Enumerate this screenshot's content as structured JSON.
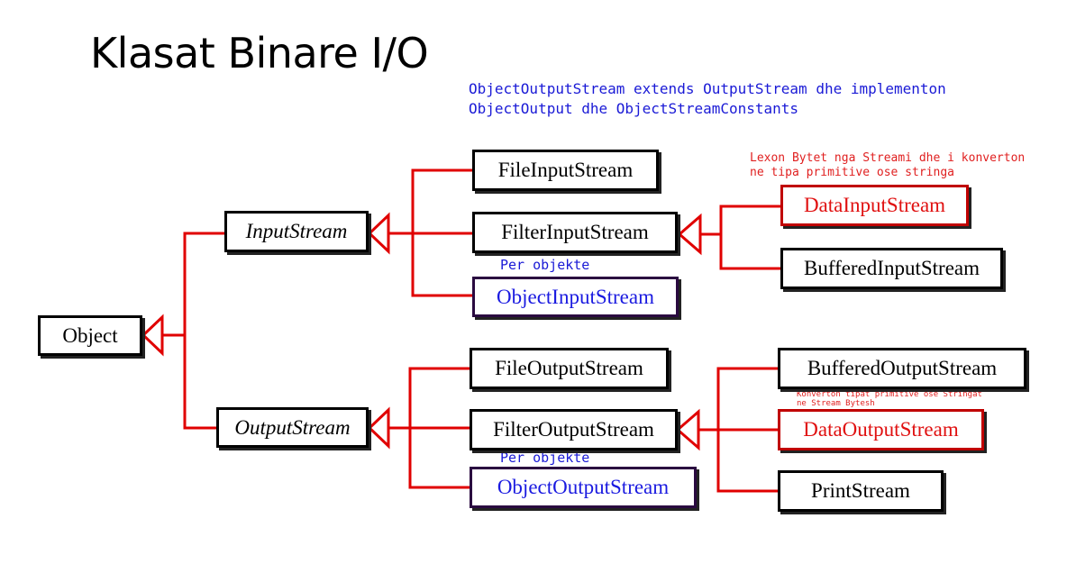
{
  "title": "Klasat Binare I/O",
  "notes": {
    "object_output_line1": "ObjectOutputStream extends OutputStream dhe implementon",
    "object_output_line2": "ObjectOutput dhe ObjectStreamConstants",
    "data_input_line1": "Lexon Bytet nga Streami dhe i konverton",
    "data_input_line2": "ne tipa primitive ose stringa",
    "data_output_line1": "Konverton tipat primitive ose Stringat",
    "data_output_line2": "ne Stream Bytesh",
    "per_objekte_input": "Per objekte",
    "per_objekte_output": "Per objekte"
  },
  "classes": {
    "object": "Object",
    "input_stream": "InputStream",
    "output_stream": "OutputStream",
    "file_input_stream": "FileInputStream",
    "filter_input_stream": "FilterInputStream",
    "object_input_stream": "ObjectInputStream",
    "data_input_stream": "DataInputStream",
    "buffered_input_stream": "BufferedInputStream",
    "file_output_stream": "FileOutputStream",
    "filter_output_stream": "FilterOutputStream",
    "object_output_stream": "ObjectOutputStream",
    "buffered_output_stream": "BufferedOutputStream",
    "data_output_stream": "DataOutputStream",
    "print_stream": "PrintStream"
  },
  "colors": {
    "connector": "#e00000",
    "note_blue": "#1a1ad6",
    "note_red": "#e02020"
  }
}
